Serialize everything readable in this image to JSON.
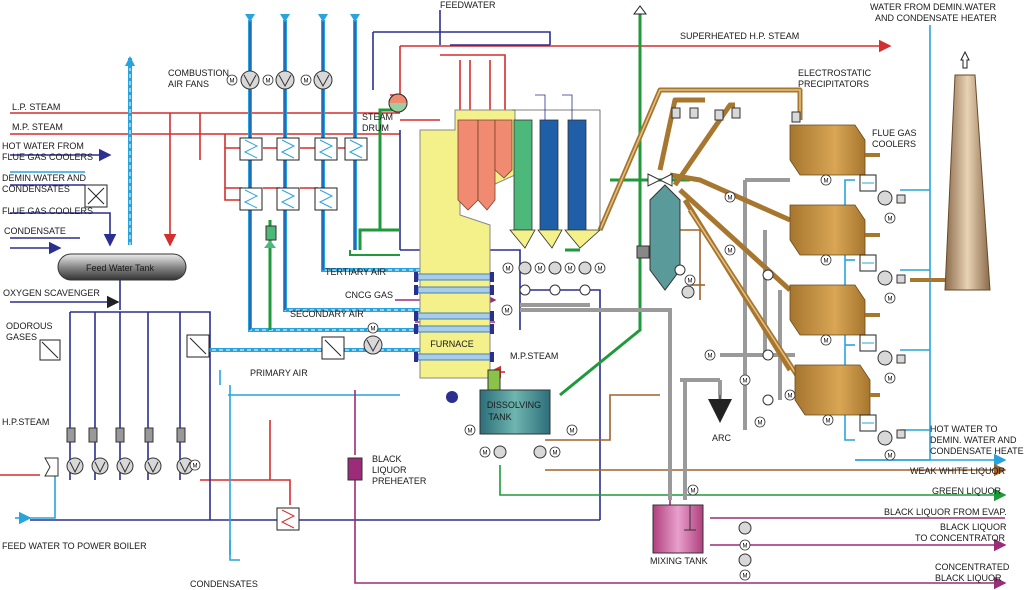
{
  "labels": {
    "feedwater": "FEEDWATER",
    "water_demin_1": "WATER FROM DEMIN.WATER",
    "water_demin_2": "AND CONDENSATE HEATER",
    "superheated": "SUPERHEATED H.P. STEAM",
    "combustion_1": "COMBUSTION",
    "combustion_2": "AIR FANS",
    "esp_1": "ELECTROSTATIC",
    "esp_2": "PRECIPITATORS",
    "lp_steam": "L.P. STEAM",
    "mp_steam": "M.P. STEAM",
    "hot_water_1": "HOT WATER FROM",
    "hot_water_2": "FLUE GAS COOLERS",
    "demin_1": "DEMIN.WATER AND",
    "demin_2": "CONDENSATES",
    "fgc_left": "FLUE GAS COOLERS",
    "condensate": "CONDENSATE",
    "steam_drum_1": "STEAM",
    "steam_drum_2": "DRUM",
    "flue_gas_coolers_1": "FLUE GAS",
    "flue_gas_coolers_2": "COOLERS",
    "feed_water_tank": "Feed Water Tank",
    "tertiary_air": "TERTIARY AIR",
    "oxygen_scavenger": "OXYGEN SCAVENGER",
    "cncg_gas": "CNCG GAS",
    "secondary_air": "SECONDARY  AIR",
    "odorous_1": "ODOROUS",
    "odorous_2": "GASES",
    "furnace": "FURNACE",
    "mp_steam_2": "M.P.STEAM",
    "primary_air": "PRIMARY AIR",
    "dissolving_1": "DISSOLVING",
    "dissolving_2": "TANK",
    "hp_steam": "H.P.STEAM",
    "arc": "ARC",
    "hot_water_to_1": "HOT WATER TO",
    "hot_water_to_2": "DEMIN. WATER AND",
    "hot_water_to_3": "CONDENSATE HEATER",
    "black_liquor_1": "BLACK",
    "black_liquor_2": "LIQUOR",
    "black_liquor_3": "PREHEATER",
    "weak_white": "WEAK WHITE LIQUOR",
    "green_liquor": "GREEN LIQUOR",
    "bl_from_evap": "BLACK LIQUOR FROM EVAP.",
    "bl_conc_1": "BLACK LIQUOR",
    "bl_conc_2": "TO CONCENTRATOR",
    "feed_water_power": "FEED WATER TO POWER BOILER",
    "mixing_tank": "MIXING TANK",
    "condensates_bottom": "CONDENSATES",
    "conc_bl_1": "CONCENTRATED",
    "conc_bl_2": "BLACK LIQUOR"
  },
  "motor_symbol": "M",
  "colors": {
    "red": "#d32f2f",
    "green": "#1f9a3a",
    "navy": "#2b2f8f",
    "lightblue": "#29a3dc",
    "brown": "#a0622d",
    "gold": "#b8873a",
    "furnace": "#f4f08a",
    "tank_green": "#2e8b7a",
    "mixing": "#c060a0"
  }
}
